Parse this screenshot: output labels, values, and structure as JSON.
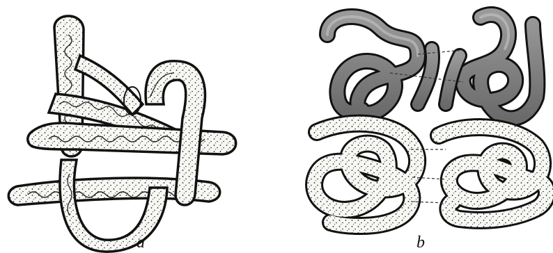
{
  "panels": [
    {
      "id": "a",
      "label": "a"
    },
    {
      "id": "b",
      "label": "b"
    }
  ],
  "colors": {
    "background": "#ffffff",
    "outline": "#111111",
    "stipple_fill": "#f7f7f4",
    "dark_tube": "#7a7a7a",
    "dark_tube_highlight": "#b9b9b9"
  }
}
